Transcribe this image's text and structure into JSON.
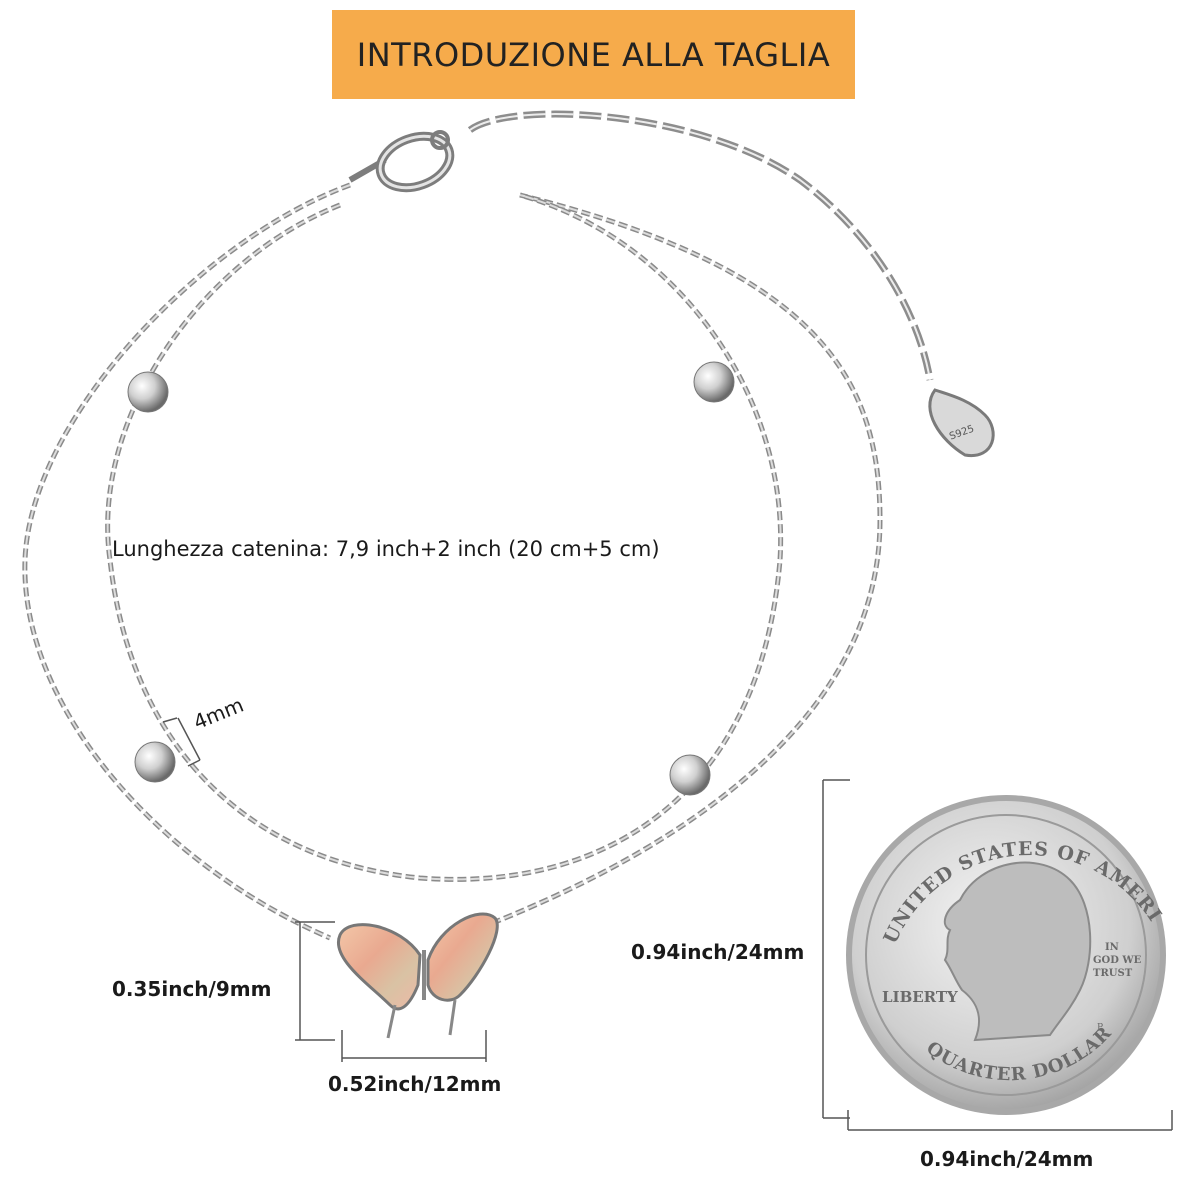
{
  "banner": {
    "title": "INTRODUZIONE ALLA TAGLIA",
    "color": "#f6ab4b"
  },
  "labels": {
    "chain_length": "Lunghezza catenina: 7,9 inch+2 inch (20 cm+5 cm)",
    "bead_size": "4mm",
    "butterfly_height": "0.35inch/9mm",
    "butterfly_width": "0.52inch/12mm",
    "coin_height": "0.94inch/24mm",
    "coin_width": "0.94inch/24mm"
  },
  "coin": {
    "top_text": "UNITED STATES OF AMERICA",
    "bottom_text": "QUARTER DOLLAR",
    "motto": [
      "IN",
      "GOD WE",
      "TRUST"
    ],
    "liberty": "LIBERTY",
    "mint_mark": "P"
  },
  "tag": {
    "stamp": "S925"
  }
}
